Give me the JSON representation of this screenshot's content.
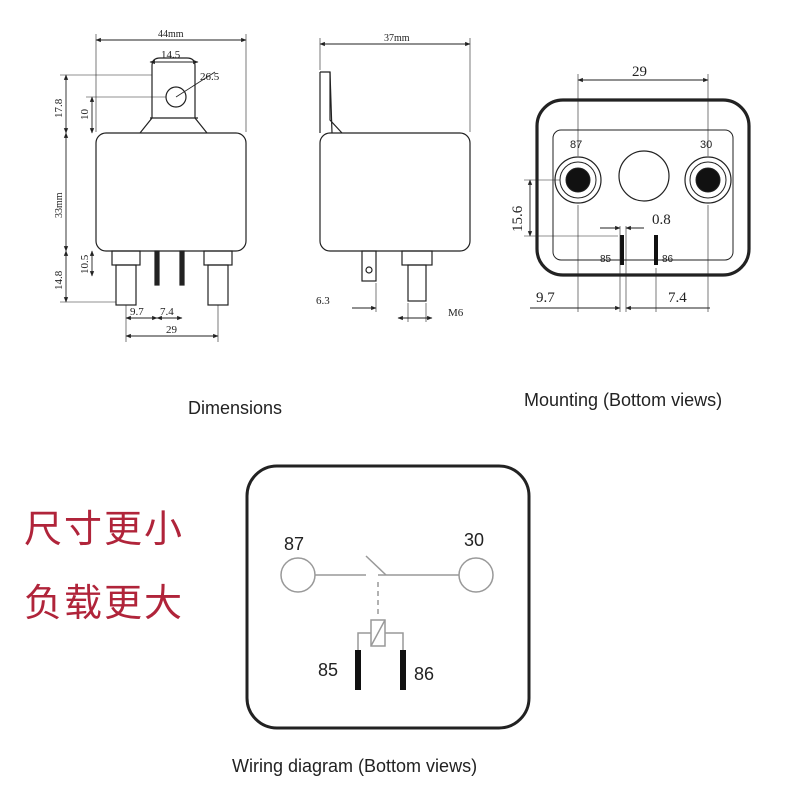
{
  "captions": {
    "dimensions": "Dimensions",
    "mounting": "Mounting (Bottom views)",
    "wiring": "Wiring diagram (Bottom views)"
  },
  "promo": {
    "line1": "尺寸更小",
    "line2": "负载更大"
  },
  "dimensions_view": {
    "width": "44mm",
    "tab_spacing": "14.5",
    "hole_radius": "26.5",
    "top_height": "17.8",
    "tab_height": "10",
    "body_height": "33mm",
    "terminal_height": "14.8",
    "terminal_inner": "10.5",
    "pin_gap_a": "9.7",
    "pin_gap_b": "7.4",
    "bottom_width": "29"
  },
  "side_view": {
    "depth": "37mm",
    "tab_width": "6.3",
    "thread": "M6"
  },
  "mounting_view": {
    "spacing_top": "29",
    "height": "15.6",
    "gap": "0.8",
    "left_offset": "9.7",
    "right_offset": "7.4",
    "terminals": [
      "87",
      "30",
      "85",
      "86"
    ]
  },
  "wiring_view": {
    "labels": [
      "87",
      "30",
      "85",
      "86"
    ]
  },
  "colors": {
    "line": "#222222",
    "promo": "#b0243a",
    "terminal_fill": "#111111"
  }
}
